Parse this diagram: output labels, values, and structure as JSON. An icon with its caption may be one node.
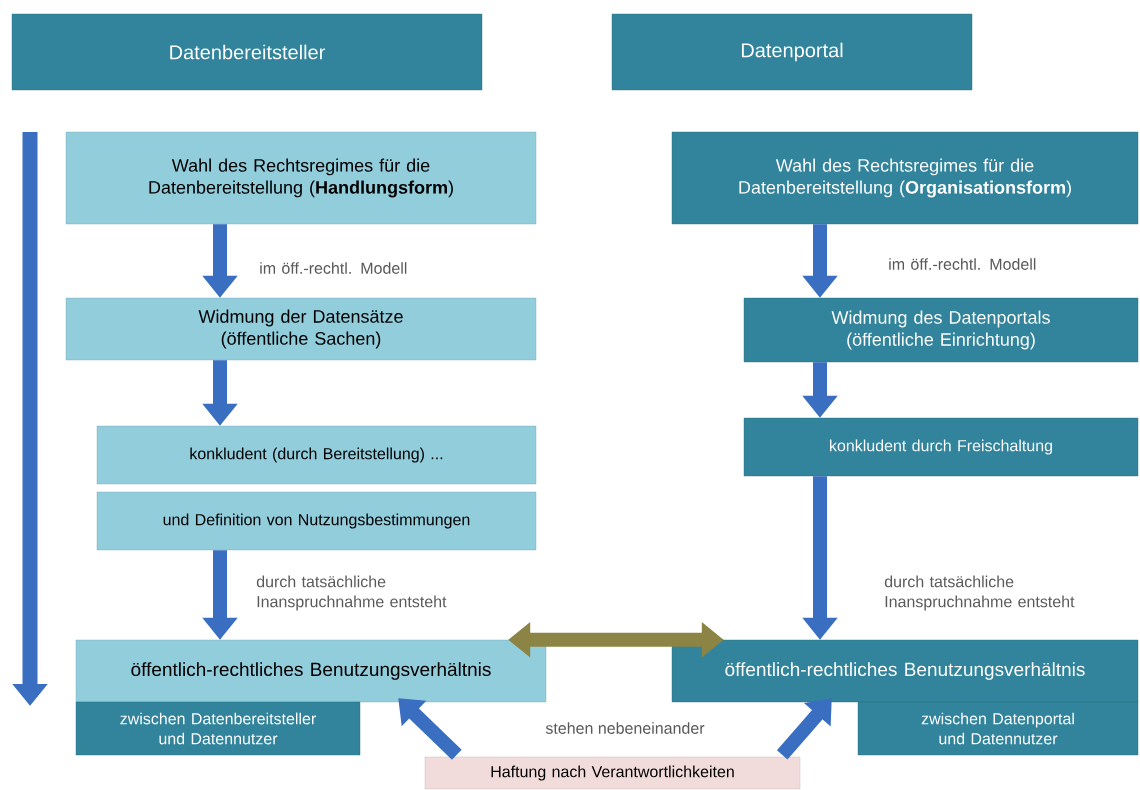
{
  "diagram": {
    "nodes": [
      {
        "text": [
          "Datenbereitsteller"
        ]
      },
      {
        "text": [
          "Datenportal"
        ]
      },
      {
        "text": [
          "Wahl des Rechtsregimes für die Datenbereitstellung (**Handlungsform**)"
        ]
      },
      {
        "text": [
          "Wahl des Rechtsregimes für die Datenbereitstellung (**Organisationsform**)"
        ]
      },
      {
        "text": [
          "Widmung der Datensätze (öffentliche Sachen)"
        ]
      },
      {
        "text": [
          "Widmung des Datenportals (öffentliche Einrichtung)"
        ]
      },
      {
        "text": [
          "konkludent (durch Bereitstellung) ..."
        ]
      },
      {
        "text": [
          "und Definition von Nutzungsbestimmungen"
        ]
      },
      {
        "text": [
          "konkludent durch Freischaltung"
        ]
      },
      {
        "text": [
          "öffentlich-rechtliches Benutzungsverhältnis"
        ]
      },
      {
        "text": [
          "zwischen Datenbereitsteller und Datennutzer"
        ]
      },
      {
        "text": [
          "öffentlich-rechtliches Benutzungsverhältnis"
        ]
      },
      {
        "text": [
          "zwischen Datenportal und Datennutzer"
        ]
      },
      {
        "text": [
          "Haftung nach Verantwortlichkeiten"
        ]
      }
    ],
    "edges": [
      {
        "from": 2,
        "to": 4,
        "arrow": "to",
        "label": "im öff.-rechtl. Modell"
      },
      {
        "from": 4,
        "to": 6,
        "arrow": "to"
      },
      {
        "from": 7,
        "to": 9,
        "arrow": "to",
        "label": "durch tatsächliche Inanspruchnahme entsteht"
      },
      {
        "from": 3,
        "to": 5,
        "arrow": "to",
        "label": "im öff.-rechtl. Modell"
      },
      {
        "from": 5,
        "to": 8,
        "arrow": "to"
      },
      {
        "from": 8,
        "to": 11,
        "arrow": "to",
        "label": "durch tatsächliche Inanspruchnahme entsteht"
      },
      {
        "from": 9,
        "to": 11,
        "arrow": "both",
        "color": "#8b8445"
      },
      {
        "from": 13,
        "to": 9,
        "arrow": "to"
      },
      {
        "from": 13,
        "to": 11,
        "arrow": "to"
      }
    ],
    "labels": [
      "stehen nebeneinander"
    ]
  }
}
